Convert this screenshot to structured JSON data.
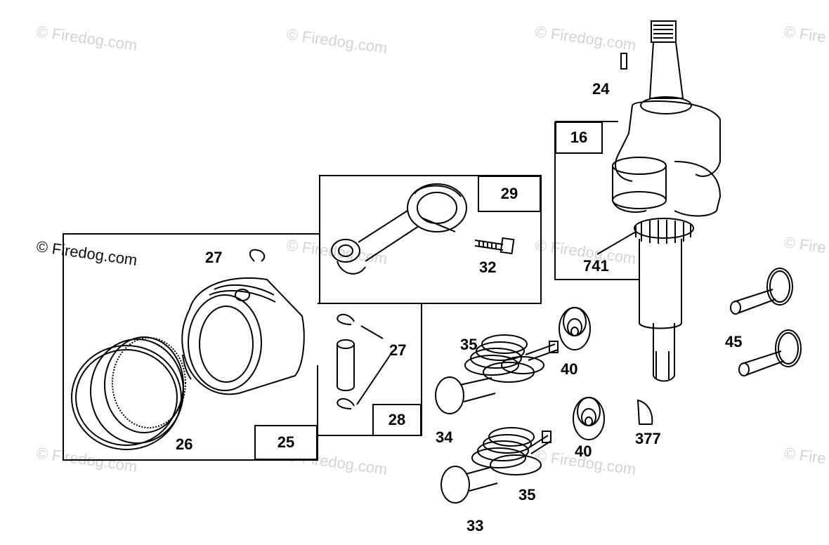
{
  "watermark": "© Firedog.com",
  "watermark_partial": "© Fire",
  "callouts": {
    "p16": "16",
    "p24": "24",
    "p25": "25",
    "p26": "26",
    "p27": "27",
    "p28": "28",
    "p29": "29",
    "p32": "32",
    "p33": "33",
    "p34": "34",
    "p35": "35",
    "p40": "40",
    "p45": "45",
    "p377": "377",
    "p741": "741"
  }
}
